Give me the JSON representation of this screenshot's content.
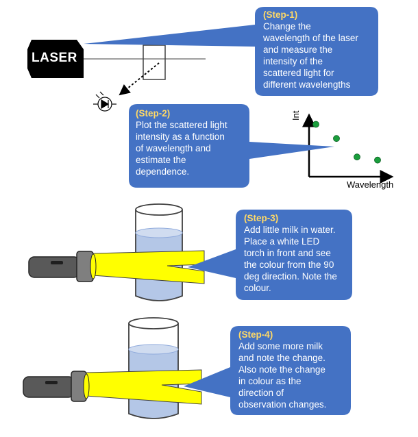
{
  "laser": {
    "label": "LASER"
  },
  "steps": [
    {
      "title": "(Step-1)",
      "body": "Change the\nwavelength of the laser\nand measure the\nintensity of the\nscattered light for\ndifferent wavelengths"
    },
    {
      "title": "(Step-2)",
      "body": "Plot the scattered light\nintensity as a function\nof wavelength and\nestimate the\ndependence."
    },
    {
      "title": "(Step-3)",
      "body": "Add little milk in water.\nPlace a white LED\ntorch in front and see\nthe colour from the 90\ndeg direction. Note the\ncolour."
    },
    {
      "title": "(Step-4)",
      "body": "Add some more milk\nand note the change.\nAlso note the change\nin colour as the\ndirection of\nobservation changes."
    }
  ],
  "plot": {
    "ylabel": "Int",
    "xlabel": "Wavelength",
    "point_color": "#1a9e3c",
    "points": [
      {
        "rank": 1,
        "level": 0.85
      },
      {
        "rank": 2,
        "level": 0.62
      },
      {
        "rank": 3,
        "level": 0.32
      },
      {
        "rank": 4,
        "level": 0.27
      }
    ]
  },
  "colors": {
    "callout": "#4472c4",
    "callout_title": "#ffd966",
    "beam": "#ffff00",
    "water": "#b4c7e7",
    "torch_body": "#595959"
  }
}
